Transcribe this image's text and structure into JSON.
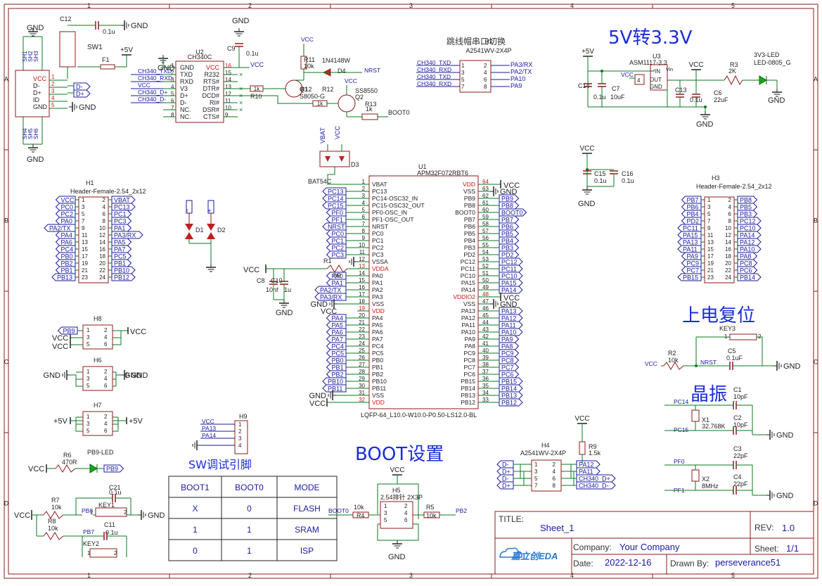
{
  "grid_columns": [
    "1",
    "2",
    "3",
    "4",
    "5"
  ],
  "grid_rows": [
    "A",
    "B",
    "C",
    "D"
  ],
  "headings": {
    "power": "5V转3.3V",
    "reset": "上电复位",
    "crystal": "晶振",
    "boot": "BOOT设置",
    "swd": "SW调试引脚",
    "jumper": "跳线帽串口切换"
  },
  "power_labels": {
    "gnd": "GND",
    "vcc": "VCC",
    "v5": "+5V"
  },
  "usb": {
    "pins": [
      "VCC",
      "D-",
      "D+",
      "ID",
      "GND"
    ],
    "pin_nums": [
      "1",
      "2",
      "3",
      "4",
      "5"
    ],
    "shield": [
      "SH1",
      "SH2",
      "SH3",
      "SH4",
      "SH5",
      "SH6"
    ],
    "nets": [
      "D-",
      "D+"
    ],
    "cap": "C12",
    "cap_val": "0.1u",
    "switch": "SW1",
    "fuse": "F1"
  },
  "u2": {
    "ref": "U2",
    "part": "CH340C",
    "left": [
      [
        "GND",
        "1"
      ],
      [
        "TXD",
        "2"
      ],
      [
        "RXD",
        "3"
      ],
      [
        "V3",
        "4"
      ],
      [
        "D+",
        "5"
      ],
      [
        "D-",
        "6"
      ],
      [
        "NC.",
        "7"
      ],
      [
        "NC.",
        "8"
      ]
    ],
    "right": [
      [
        "VCC",
        "16"
      ],
      [
        "R232",
        "15"
      ],
      [
        "RTS#",
        "14"
      ],
      [
        "DTR#",
        "13"
      ],
      [
        "DCD#",
        "12"
      ],
      [
        "RI#",
        "11"
      ],
      [
        "DSR#",
        "10"
      ],
      [
        "CTS#",
        "9"
      ]
    ],
    "nets_left": [
      "CH340_TXD",
      "CH340_RXD",
      "VCC",
      "CH340_D+",
      "CH340_D-"
    ],
    "c9": "C9",
    "c9_val": "0.1u"
  },
  "autoreset": {
    "r11": "R11",
    "r11_val": "10k",
    "d4": "D4",
    "d4_part": "1N4148W",
    "nrst": "NRST",
    "q1": "Q1",
    "q1_part": "S8050-G",
    "r12": "R12",
    "r12_val": "1k",
    "r10": "R10",
    "r10_val": "1k",
    "q2": "Q2",
    "q2_part": "SS8550",
    "r13": "R13",
    "r13_val": "1k",
    "boot0": "BOOT0"
  },
  "h2": {
    "ref": "H2",
    "part": "A2541WV-2X4P",
    "left": [
      "CH340_TXD",
      "CH340_RXD",
      "CH340_TXD",
      "CH340_RXD"
    ],
    "right": [
      "PA3/RX",
      "PA2/TX",
      "PA10",
      "PA9"
    ],
    "pins_l": [
      "1",
      "3",
      "5",
      "7"
    ],
    "pins_r": [
      "2",
      "4",
      "6",
      "8"
    ]
  },
  "ldo": {
    "u3": "U3",
    "part": "ASM1117-3.3",
    "in": "IN",
    "out": "OUT",
    "gnd": "GND",
    "vin": "Vin",
    "c14": "C14",
    "c14_val": "0.1u",
    "c7": "C7",
    "c7_val": "10uF",
    "c13": "C13",
    "c13_val": "0.1u",
    "c6": "C6",
    "c6_val": "22uF",
    "r3": "R3",
    "r3_val": "2K",
    "led": "3V3-LED",
    "led_part": "LED-0805_G"
  },
  "d3": {
    "ref": "D3",
    "part": "BAT54C",
    "vbat": "VBAT"
  },
  "decoupling": {
    "c15": "C15",
    "c15_val": "0.1u",
    "c16": "C16",
    "c16_val": "0.1u"
  },
  "u1": {
    "ref": "U1",
    "part": "APM32F072RBT6",
    "footprint": "LQFP-64_L10.0-W10.0-P0.50-LS12.0-BL",
    "left": [
      [
        "1",
        "VBAT"
      ],
      [
        "2",
        "PC13"
      ],
      [
        "3",
        "PC14-OSC32_IN"
      ],
      [
        "4",
        "PC15-OSC32_OUT"
      ],
      [
        "5",
        "PF0-OSC_IN"
      ],
      [
        "6",
        "PF1-OSC_OUT"
      ],
      [
        "7",
        "NRST"
      ],
      [
        "8",
        "PC0"
      ],
      [
        "9",
        "PC1"
      ],
      [
        "10",
        "PC2"
      ],
      [
        "11",
        "PC3"
      ],
      [
        "12",
        "VSSA"
      ],
      [
        "13",
        "VDDA"
      ],
      [
        "14",
        "PA0"
      ],
      [
        "15",
        "PA1"
      ],
      [
        "16",
        "PA2"
      ],
      [
        "17",
        "PA3"
      ],
      [
        "18",
        "VSS"
      ],
      [
        "19",
        "VDD"
      ],
      [
        "20",
        "PA4"
      ],
      [
        "21",
        "PA5"
      ],
      [
        "22",
        "PA6"
      ],
      [
        "23",
        "PA7"
      ],
      [
        "24",
        "PC4"
      ],
      [
        "25",
        "PC5"
      ],
      [
        "26",
        "PB0"
      ],
      [
        "27",
        "PB1"
      ],
      [
        "28",
        "PB2"
      ],
      [
        "29",
        "PB10"
      ],
      [
        "30",
        "PB11"
      ],
      [
        "31",
        "VSS"
      ],
      [
        "32",
        "VDD"
      ]
    ],
    "right": [
      [
        "64",
        "VDD"
      ],
      [
        "63",
        "VSS"
      ],
      [
        "62",
        "PB9"
      ],
      [
        "61",
        "PB8"
      ],
      [
        "60",
        "BOOT0"
      ],
      [
        "59",
        "PB7"
      ],
      [
        "58",
        "PB6"
      ],
      [
        "57",
        "PB5"
      ],
      [
        "56",
        "PB4"
      ],
      [
        "55",
        "PB3"
      ],
      [
        "54",
        "PD2"
      ],
      [
        "53",
        "PC12"
      ],
      [
        "52",
        "PC11"
      ],
      [
        "51",
        "PC10"
      ],
      [
        "50",
        "PA15"
      ],
      [
        "49",
        "PA14"
      ],
      [
        "48",
        "VDDIO2"
      ],
      [
        "47",
        "VSS"
      ],
      [
        "46",
        "PA13"
      ],
      [
        "45",
        "PA12"
      ],
      [
        "44",
        "PA11"
      ],
      [
        "43",
        "PA10"
      ],
      [
        "42",
        "PA9"
      ],
      [
        "41",
        "PA8"
      ],
      [
        "40",
        "PC9"
      ],
      [
        "39",
        "PC8"
      ],
      [
        "38",
        "PC7"
      ],
      [
        "37",
        "PC6"
      ],
      [
        "36",
        "PB15"
      ],
      [
        "35",
        "PB14"
      ],
      [
        "34",
        "PB13"
      ],
      [
        "33",
        "PB12"
      ]
    ],
    "left_nets": [
      "VBAT",
      "PC13",
      "PC14",
      "PC15",
      "PF0",
      "PF1",
      "NRST",
      "PC0",
      "PC1",
      "PC2",
      "PC3",
      "GND",
      "",
      "PA0",
      "PA1",
      "PA2/TX",
      "PA3/RX",
      "GND",
      "VCC",
      "PA4",
      "PA5",
      "PA6",
      "PA7",
      "PC4",
      "PC5",
      "PB0",
      "PB1",
      "PB2",
      "PB10",
      "PB11",
      "GND",
      "VCC"
    ],
    "right_nets": [
      "VCC",
      "GND",
      "PB9",
      "PB8",
      "BOOT0",
      "PB7",
      "PB6",
      "PB5",
      "PB4",
      "PB3",
      "PD2",
      "PC12",
      "PC11",
      "PC10",
      "PA15",
      "PA14",
      "VCC",
      "GND",
      "PA13",
      "PA12",
      "PA11",
      "PA10",
      "PA9",
      "PA8",
      "PC9",
      "PC8",
      "PC7",
      "PC6",
      "PB15",
      "PB14",
      "PB13",
      "PB12"
    ],
    "vdda_parts": {
      "r1": "R1",
      "r1_val": "0R",
      "c8": "C8",
      "c8_val": "10nf",
      "c10": "C10",
      "c10_val": "1u"
    }
  },
  "h1": {
    "ref": "H1",
    "part": "Header-Female-2.54_2x12",
    "left": [
      "VCC",
      "PC0",
      "PC2",
      "PA0",
      "PA2/TX",
      "PA4",
      "PA6",
      "PC4",
      "PB0",
      "PB2",
      "PB1",
      "PB13"
    ],
    "right": [
      "VBAT",
      "PC13",
      "PC1",
      "PC3",
      "PA1",
      "PA3/RX",
      "PA5",
      "PA7",
      "PC5",
      "PB1",
      "PB10",
      "PB12"
    ],
    "pins_l": [
      "1",
      "3",
      "5",
      "7",
      "9",
      "11",
      "13",
      "15",
      "17",
      "19",
      "21",
      "23"
    ],
    "pins_r": [
      "2",
      "4",
      "6",
      "8",
      "10",
      "12",
      "14",
      "16",
      "18",
      "20",
      "22",
      "24"
    ]
  },
  "h3": {
    "ref": "H3",
    "part": "Header-Female-2.54_2x12",
    "left": [
      "PB7",
      "PB6",
      "PB4",
      "PD2",
      "PC11",
      "PA15",
      "PA13",
      "PA11",
      "PA9",
      "PC9",
      "PC7",
      "PB15"
    ],
    "right": [
      "PB8",
      "PB5",
      "PB3",
      "PC12",
      "PC10",
      "PA14",
      "PA12",
      "PA10",
      "PA8",
      "PC8",
      "PC6",
      "PB14"
    ],
    "pins_l": [
      "1",
      "3",
      "5",
      "7",
      "9",
      "11",
      "13",
      "15",
      "17",
      "19",
      "21",
      "23"
    ],
    "pins_r": [
      "2",
      "4",
      "6",
      "8",
      "10",
      "12",
      "14",
      "16",
      "18",
      "20",
      "22",
      "24"
    ]
  },
  "esd": {
    "d1": "D1",
    "d2": "D2"
  },
  "h8": {
    "ref": "H8",
    "l": [
      "PB9",
      "VCC",
      "VCC"
    ],
    "r": [
      "VCC",
      "",
      ""
    ]
  },
  "h6": {
    "ref": "H6",
    "l": [
      "GND"
    ],
    "r": [
      "GND"
    ]
  },
  "h7": {
    "ref": "H7",
    "l": [
      "+5V"
    ],
    "r": [
      "+5V"
    ]
  },
  "h9": {
    "ref": "H9",
    "nets": [
      "VCC",
      "PA13",
      "PA14",
      "GND"
    ],
    "pins": [
      "1",
      "2",
      "3",
      "4"
    ]
  },
  "misc_left": {
    "r6": "R6",
    "r6_val": "470R",
    "led": "PB9-LED",
    "pb9": "PB9",
    "c21": "C21",
    "c21_val": "0.1u",
    "r7": "R7",
    "r7_val": "10k",
    "key1": "KEY1",
    "pb8": "PB8",
    "r8": "R8",
    "r8_val": "10k",
    "pb7": "PB7",
    "c11": "C11",
    "c11_val": "0.1u",
    "key2": "KEY2"
  },
  "reset": {
    "key3": "KEY3",
    "r2": "R2",
    "r2_val": "10k",
    "c5": "C5",
    "c5_val": "0.1uF",
    "nrst": "NRST"
  },
  "crystals": {
    "c1": "C1",
    "c1_val": "10pF",
    "x1": "X1",
    "x1_val": "32.768K",
    "c2": "C2",
    "c2_val": "10pF",
    "pc14": "PC14",
    "pc15": "PC15",
    "c3": "C3",
    "c3_val": "22pF",
    "x2": "X2",
    "x2_val": "8MHz",
    "c4": "C4",
    "c4_val": "22pF",
    "pf0": "PF0",
    "pf1": "PF1"
  },
  "h4": {
    "ref": "H4",
    "part": "A2541WV-2X4P",
    "r9": "R9",
    "r9_val": "1.5k",
    "left": [
      "D-",
      "D+",
      "D-",
      "D+"
    ],
    "right": [
      "PA12",
      "PA11",
      "CH340_D+",
      "CH340_D-"
    ],
    "pins_l": [
      "1",
      "3",
      "5",
      "7"
    ],
    "pins_r": [
      "2",
      "4",
      "6",
      "8"
    ]
  },
  "h5": {
    "ref": "H5",
    "part": "2.54排针 2X3P",
    "r4": "R4",
    "r4_val": "10k",
    "r5": "R5",
    "r5_val": "10k",
    "boot0": "BOOT0",
    "pb2": "PB2",
    "pins": [
      "1",
      "2",
      "3",
      "4",
      "5",
      "6"
    ]
  },
  "boot_table": {
    "headers": [
      "BOOT1",
      "BOOT0",
      "MODE"
    ],
    "rows": [
      [
        "X",
        "0",
        "FLASH"
      ],
      [
        "1",
        "1",
        "SRAM"
      ],
      [
        "0",
        "1",
        "ISP"
      ]
    ]
  },
  "title_block": {
    "title_label": "TITLE:",
    "title": "Sheet_1",
    "rev_label": "REV:",
    "rev": "1.0",
    "company_label": "Company:",
    "company": "Your Company",
    "sheet_label": "Sheet:",
    "sheet": "1/1",
    "date_label": "Date:",
    "date": "2022-12-16",
    "drawn_label": "Drawn By:",
    "drawn": "perseverance51",
    "logo": "嘉立创EDA"
  }
}
